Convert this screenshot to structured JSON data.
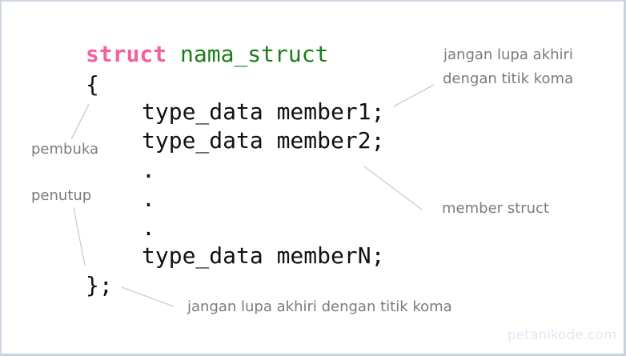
{
  "code": {
    "keyword": "struct",
    "struct_name": "nama_struct",
    "open_brace": "{",
    "members": [
      "type_data member1;",
      "type_data member2;",
      ".",
      ".",
      ".",
      "type_data memberN;"
    ],
    "close_brace": "};"
  },
  "annotations": {
    "semicolon_top_line1": "jangan lupa akhiri",
    "semicolon_top_line2": "dengan titik koma",
    "opener": "pembuka",
    "closer": "penutup",
    "members": "member struct",
    "semicolon_bottom": "jangan lupa akhiri dengan titik koma"
  },
  "watermark": "petanikode.com",
  "colors": {
    "keyword": "#f2619f",
    "struct_name": "#1a7d1a",
    "code": "#111111",
    "annotation_text": "#7b7b7b",
    "leader_line": "#cccccc",
    "border": "#c6d3e1"
  }
}
